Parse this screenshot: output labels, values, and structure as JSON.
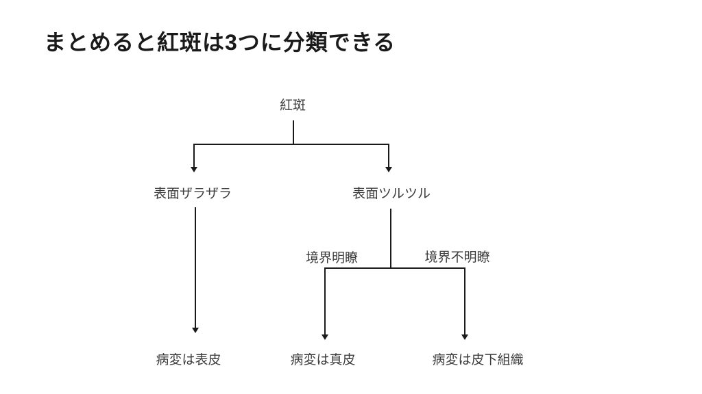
{
  "title": "まとめると紅斑は3つに分類できる",
  "diagram": {
    "root": "紅斑",
    "level2": {
      "left": "表面ザラザラ",
      "right": "表面ツルツル"
    },
    "branch_labels": {
      "left": "境界明瞭",
      "right": "境界不明瞭"
    },
    "leaves": {
      "left": "病変は表皮",
      "center": "病変は真皮",
      "right": "病変は皮下組織"
    }
  },
  "colors": {
    "background": "#ffffff",
    "line": "#1a1a1a",
    "text": "#3d3d3d",
    "title": "#1a1a1a"
  }
}
